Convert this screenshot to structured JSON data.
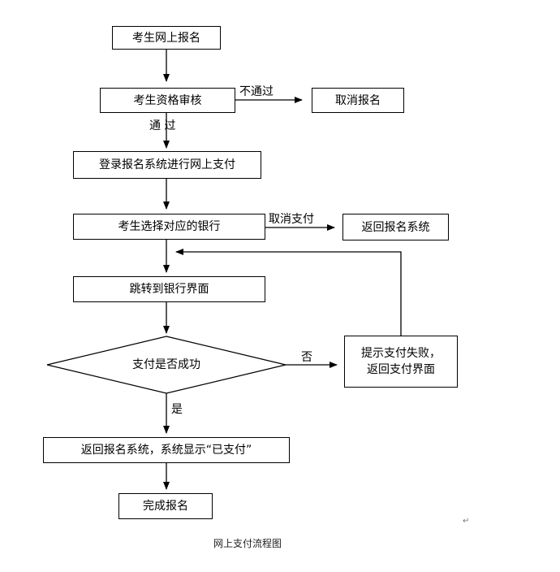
{
  "flowchart": {
    "nodes": {
      "n1": "考生网上报名",
      "n2": "考生资格审核",
      "n3": "取消报名",
      "n4": "登录报名系统进行网上支付",
      "n5": "考生选择对应的银行",
      "n6": "返回报名系统",
      "n7": "跳转到银行界面",
      "n8": "支付是否成功",
      "n9_line1": "提示支付失败，",
      "n9_line2": "返回支付界面",
      "n10": "返回报名系统，系统显示“已支付”",
      "n11": "完成报名"
    },
    "edges": {
      "fail_review": "不通过",
      "pass_review": "通 过",
      "cancel_payment": "取消支付",
      "no": "否",
      "yes": "是"
    },
    "caption": "网上支付流程图",
    "paragraph_mark": "↵"
  }
}
